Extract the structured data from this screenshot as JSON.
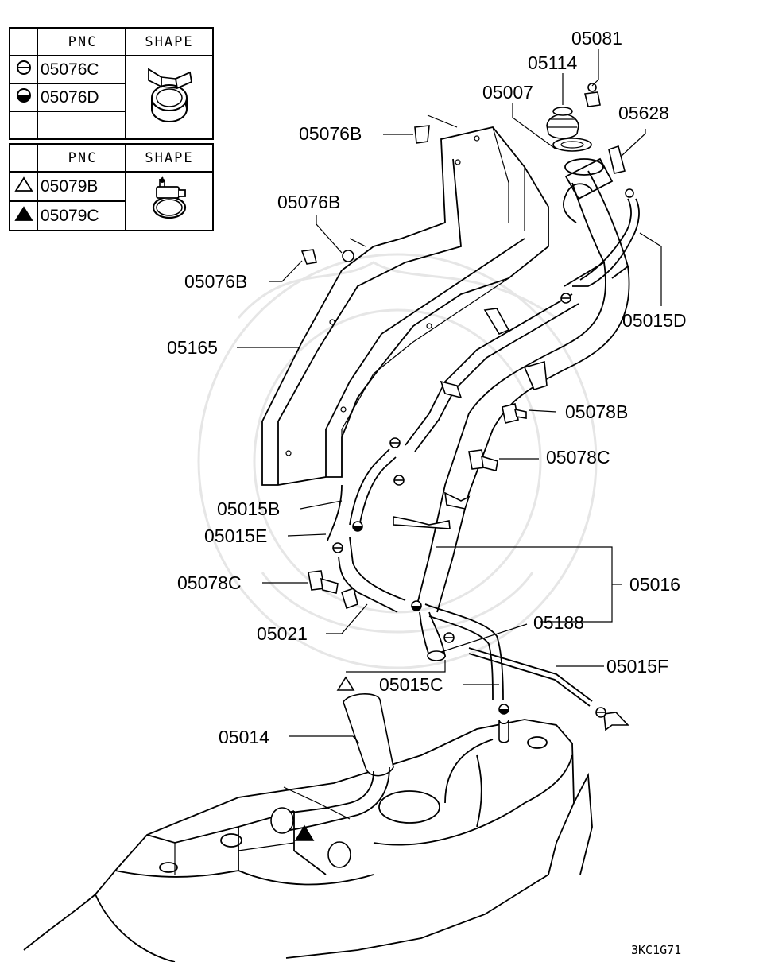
{
  "legend_clamp": {
    "headers": {
      "symbol": "",
      "pnc": "PNC",
      "shape": "SHAPE"
    },
    "rows": [
      {
        "symbol_icon": "circle-minus",
        "pnc": "05076C"
      },
      {
        "symbol_icon": "circle-half-filled",
        "pnc": "05076D"
      },
      {
        "symbol_icon": "",
        "pnc": ""
      }
    ],
    "shape_icon": "hose-clamp"
  },
  "legend_screw_clamp": {
    "headers": {
      "symbol": "",
      "pnc": "PNC",
      "shape": "SHAPE"
    },
    "rows": [
      {
        "symbol_icon": "triangle-outline",
        "pnc": "05079B"
      },
      {
        "symbol_icon": "triangle-filled",
        "pnc": "05079C"
      }
    ],
    "shape_icon": "screw-clamp"
  },
  "callouts": {
    "p05081": "05081",
    "p05114": "05114",
    "p05007": "05007",
    "p05628": "05628",
    "p05076B_top": "05076B",
    "p05076B_mid": "05076B",
    "p05076B_low": "05076B",
    "p05165": "05165",
    "p05015D": "05015D",
    "p05078B": "05078B",
    "p05078C_right": "05078C",
    "p05015B": "05015B",
    "p05015E": "05015E",
    "p05078C_left": "05078C",
    "p05016": "05016",
    "p05021": "05021",
    "p05188": "05188",
    "p05015F": "05015F",
    "p05015C": "05015C",
    "p05014": "05014"
  },
  "drawing_code": "3KC1G71"
}
